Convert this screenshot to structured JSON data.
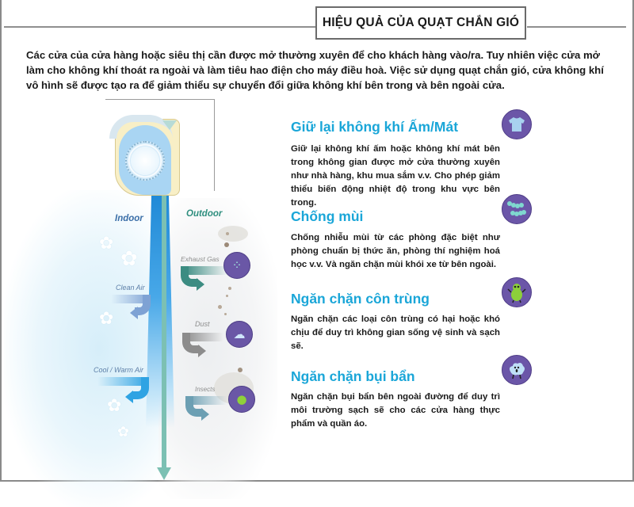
{
  "header": {
    "title": "HIỆU QUẢ CỦA QUẠT CHẮN GIÓ"
  },
  "intro": "Các cửa của cửa hàng hoặc siêu thị cần được mở thường xuyên để cho khách hàng vào/ra. Tuy nhiên việc cửa mở làm cho không khí thoát ra ngoài và làm tiêu hao điện cho máy điều hoà. Việc sử dụng quạt chắn gió, cửa không khí vô hình sẽ được tạo ra để giảm thiểu sự chuyển đổi giữa không khí bên trong và bên ngoài cửa.",
  "diagram": {
    "indoor_label": "Indoor",
    "outdoor_label": "Outdoor",
    "indoor_flows": [
      {
        "label": "Clean Air"
      },
      {
        "label": "Cool / Warm Air"
      }
    ],
    "outdoor_flows": [
      {
        "label": "Exhaust Gas",
        "icon": "gas-molecule-icon"
      },
      {
        "label": "Dust",
        "icon": "dust-creature-icon"
      },
      {
        "label": "Insects",
        "icon": "insect-creature-icon"
      }
    ],
    "colors": {
      "curtain_blue": "#1e88d6",
      "curtain_core": "#7cc0b3",
      "badge_purple": "#6a57a6",
      "unit_body": "#f8efc6"
    }
  },
  "features": [
    {
      "title": "Giữ lại không khí Ấm/Mát",
      "body": "Giữ lại không khí ấm hoặc không khí mát bên trong không gian được mở cửa thường xuyên như nhà hàng, khu mua sắm v.v. Cho phép giảm thiểu biến động nhiệt độ trong khu vực bên trong.",
      "icon": "shirt-icon"
    },
    {
      "title": "Chống mùi",
      "body": "Chống nhiễu mùi từ các phòng đặc biệt như phòng chuẩn bị thức ăn, phòng thí nghiệm hoá học v.v. Và ngăn chặn mùi khói xe từ bên ngoài.",
      "icon": "molecule-icon"
    },
    {
      "title": "Ngăn chặn côn trùng",
      "body": "Ngăn chặn các loại côn trùng có hại hoặc khó chịu để duy trì không gian sống vệ sinh và sạch sẽ.",
      "icon": "insect-icon"
    },
    {
      "title": "Ngăn chặn bụi bẩn",
      "body": "Ngăn chặn bụi bẩn bên ngoài đường để duy trì môi trường sạch sẽ cho các cửa hàng thực phẩm và quần áo.",
      "icon": "dust-icon"
    }
  ],
  "colors": {
    "feature_title": "#1aa6d8",
    "text": "#1a1a1a",
    "frame": "#8a8a8a"
  }
}
